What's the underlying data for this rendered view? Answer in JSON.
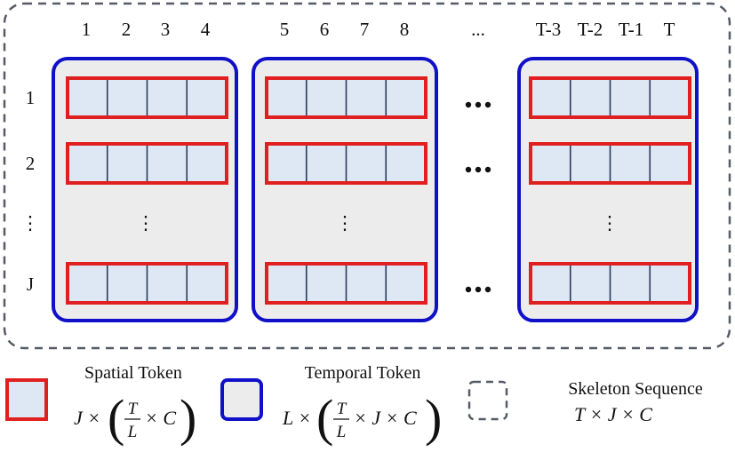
{
  "columns": {
    "group1": [
      "1",
      "2",
      "3",
      "4"
    ],
    "group2": [
      "5",
      "6",
      "7",
      "8"
    ],
    "ellipsis": "...",
    "group3": [
      "T-3",
      "T-2",
      "T-1",
      "T"
    ]
  },
  "rows": [
    "1",
    "2",
    "⋮",
    "J"
  ],
  "ellipsis_h": "•••",
  "ellipsis_v": "⋮",
  "legend": {
    "spatial": {
      "label": "Spatial Token",
      "formula_lhs": "J ×",
      "frac_num": "T",
      "frac_den": "L",
      "formula_rhs": "× C"
    },
    "temporal": {
      "label": "Temporal Token",
      "formula_lhs": "L ×",
      "frac_num": "T",
      "frac_den": "L",
      "formula_rhs": "× J × C"
    },
    "skeleton": {
      "label": "Skeleton Sequence",
      "formula": "T × J × C"
    }
  },
  "colors": {
    "spatial_border": "#e02020",
    "temporal_border": "#1010c8",
    "cell_fill": "#dde8f4",
    "panel_fill": "#ececec",
    "dashed_border": "#555c66",
    "cell_divider": "#2a3a5a"
  }
}
